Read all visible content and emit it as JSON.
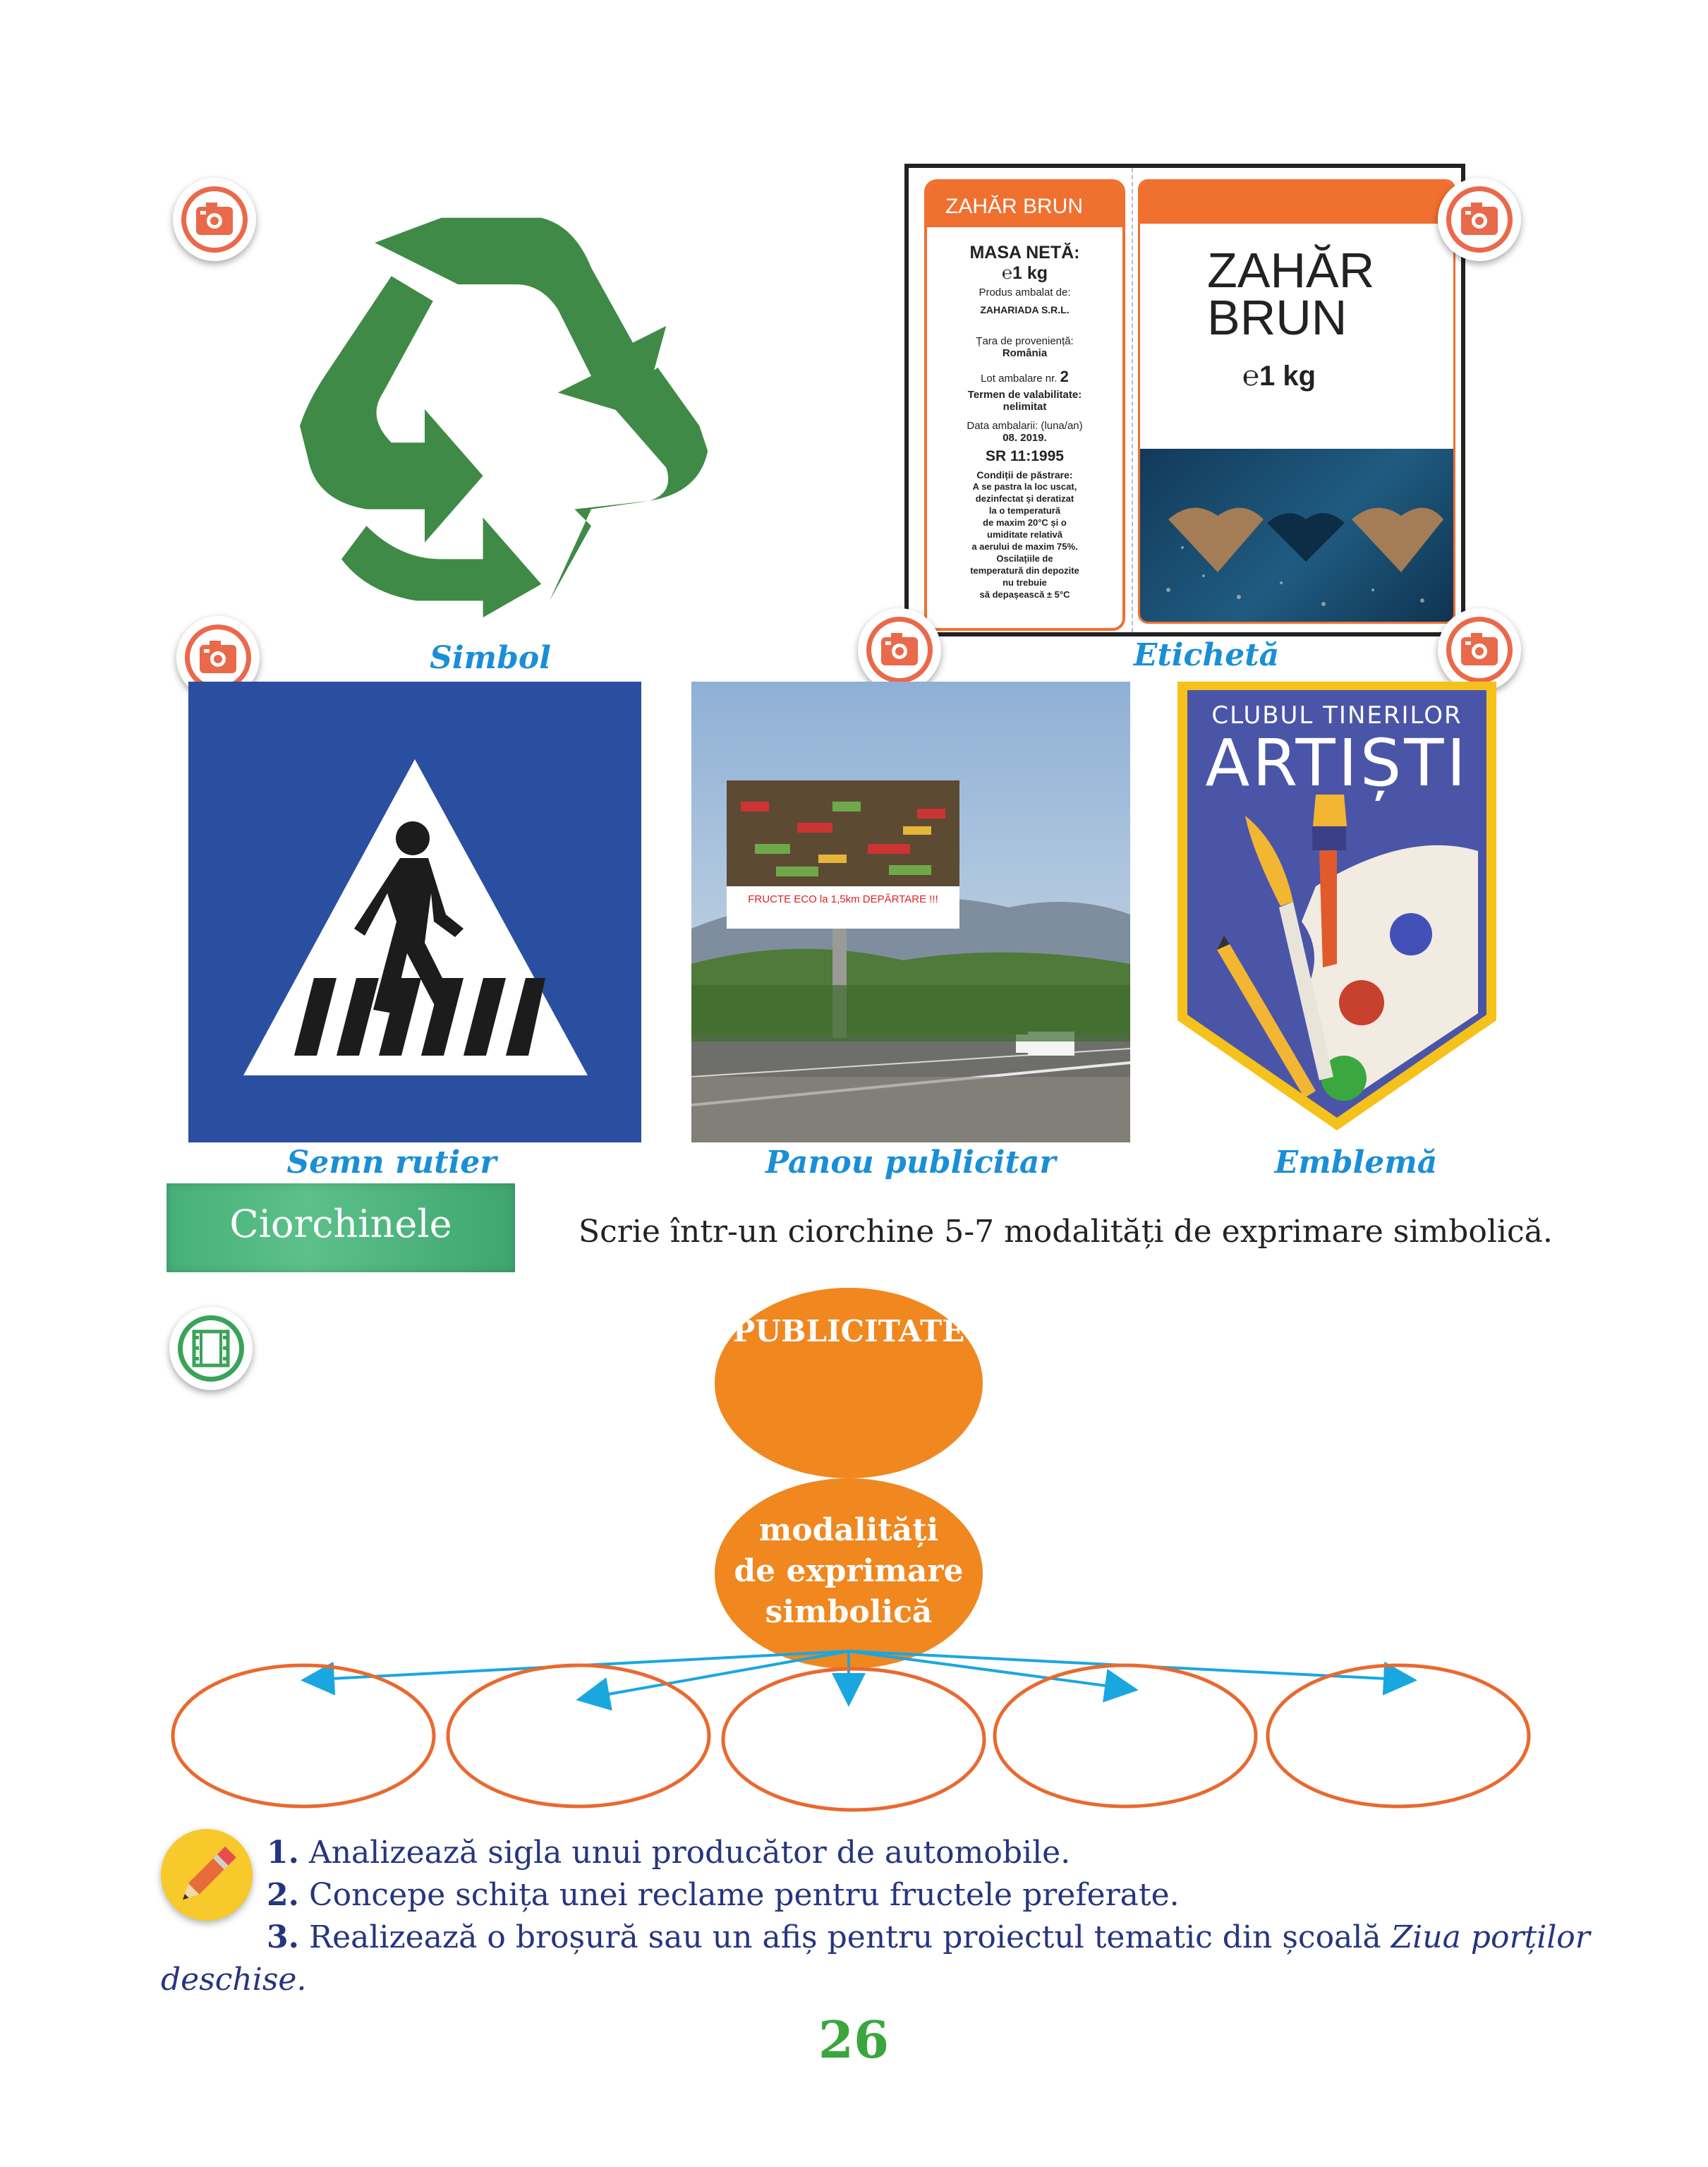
{
  "captions": {
    "simbol": "Simbol",
    "eticheta": "Etichetă",
    "semn_rutier": "Semn rutier",
    "panou": "Panou publicitar",
    "emblema": "Emblemă"
  },
  "label_card": {
    "side_header": "ZAHĂR BRUN",
    "masa_neta": "MASA NETĂ:",
    "masa_value": "℮1 kg",
    "produs": "Produs ambalat de:",
    "producator": "ZAHARIADA S.R.L.",
    "tara_label": "Țara de proveniență:",
    "tara": "România",
    "lot_label": "Lot ambalare nr.",
    "lot": "2",
    "termen_label": "Termen de valabilitate:",
    "termen": "nelimitat",
    "data_label": "Data ambalarii: (luna/an)",
    "data": "08. 2019.",
    "sr": "SR 11:1995",
    "conditii_title": "Condiții de păstrare:",
    "conditii_lines": [
      "A se pastra la loc uscat,",
      "dezinfectat și deratizat",
      "la o temperatură",
      "de maxim 20°C și o",
      "umiditate relativă",
      "a aerului de maxim 75%.",
      "Oscilațiile de",
      "temperatură din depozite",
      "nu trebuie",
      "să depașească ± 5°C"
    ],
    "front_line1": "ZAHĂR",
    "front_line2": "BRUN",
    "front_mass": "℮1 kg"
  },
  "billboard_text": "FRUCTE ECO la 1,5km DEPĂRTARE !!!",
  "emblem": {
    "line1": "CLUBUL TINERILOR",
    "line2": "ARTIȘTI"
  },
  "section_tag": "Ciorchinele",
  "instruction": "Scrie într-un ciorchine 5-7 modalități de exprimare simbolică.",
  "diagram": {
    "top_node": "PUBLICITATE",
    "middle_node_lines": [
      "modalități",
      "de exprimare",
      "simbolică"
    ]
  },
  "tasks": [
    {
      "num": "1.",
      "text": "Analizează sigla unui producător de automobile."
    },
    {
      "num": "2.",
      "text": "Concepe schița unei reclame pentru fructele preferate."
    },
    {
      "num": "3.",
      "text": "Realizează o broșură sau un afiș pentru proiectul tematic din școală",
      "italic": "Ziua porților",
      "cont": "deschise."
    }
  ],
  "page_number": "26",
  "colors": {
    "caption_blue": "#1a8fd6",
    "orange": "#f0871f",
    "label_orange": "#f07030",
    "recycle_green": "#3f8a46",
    "sign_blue": "#2a4fa0",
    "emblem_blue": "#4a55a8",
    "tag_green": "#4cb87a",
    "page_number_green": "#3aa63e",
    "task_navy": "#26357f"
  },
  "icons": [
    "camera-icon",
    "film-icon",
    "pencil-icon",
    "recycle-icon",
    "pedestrian-icon",
    "paintbrush-icon"
  ]
}
